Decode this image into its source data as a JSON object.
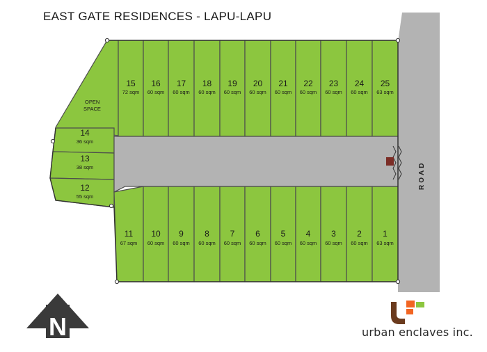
{
  "title": "EAST GATE RESIDENCES - LAPU-LAPU",
  "road_label": "ROAD",
  "open_space_label": [
    "OPEN",
    "SPACE"
  ],
  "north_label": "N",
  "brand": "urban enclaves inc.",
  "colors": {
    "lot_fill": "#8cc63f",
    "lot_stroke": "#4d4d4d",
    "road_fill": "#b3b3b3",
    "street_fill": "#b3b3b3",
    "entrance_marker": "#7b2d26",
    "logo_brown": "#6b3b1e",
    "logo_orange": "#f26522",
    "logo_green": "#8cc63f"
  },
  "top_lots": [
    {
      "number": "15",
      "area": "72 sqm"
    },
    {
      "number": "16",
      "area": "60 sqm"
    },
    {
      "number": "17",
      "area": "60 sqm"
    },
    {
      "number": "18",
      "area": "60 sqm"
    },
    {
      "number": "19",
      "area": "60 sqm"
    },
    {
      "number": "20",
      "area": "60 sqm"
    },
    {
      "number": "21",
      "area": "60 sqm"
    },
    {
      "number": "22",
      "area": "60 sqm"
    },
    {
      "number": "23",
      "area": "60 sqm"
    },
    {
      "number": "24",
      "area": "60 sqm"
    },
    {
      "number": "25",
      "area": "63 sqm"
    }
  ],
  "bottom_lots": [
    {
      "number": "11",
      "area": "67 sqm"
    },
    {
      "number": "10",
      "area": "60 sqm"
    },
    {
      "number": "9",
      "area": "60 sqm"
    },
    {
      "number": "8",
      "area": "60 sqm"
    },
    {
      "number": "7",
      "area": "60 sqm"
    },
    {
      "number": "6",
      "area": "60 sqm"
    },
    {
      "number": "5",
      "area": "60 sqm"
    },
    {
      "number": "4",
      "area": "60 sqm"
    },
    {
      "number": "3",
      "area": "60 sqm"
    },
    {
      "number": "2",
      "area": "60 sqm"
    },
    {
      "number": "1",
      "area": "63 sqm"
    }
  ],
  "side_lots": [
    {
      "number": "14",
      "area": "36 sqm"
    },
    {
      "number": "13",
      "area": "38 sqm"
    },
    {
      "number": "12",
      "area": "55 sqm"
    }
  ]
}
